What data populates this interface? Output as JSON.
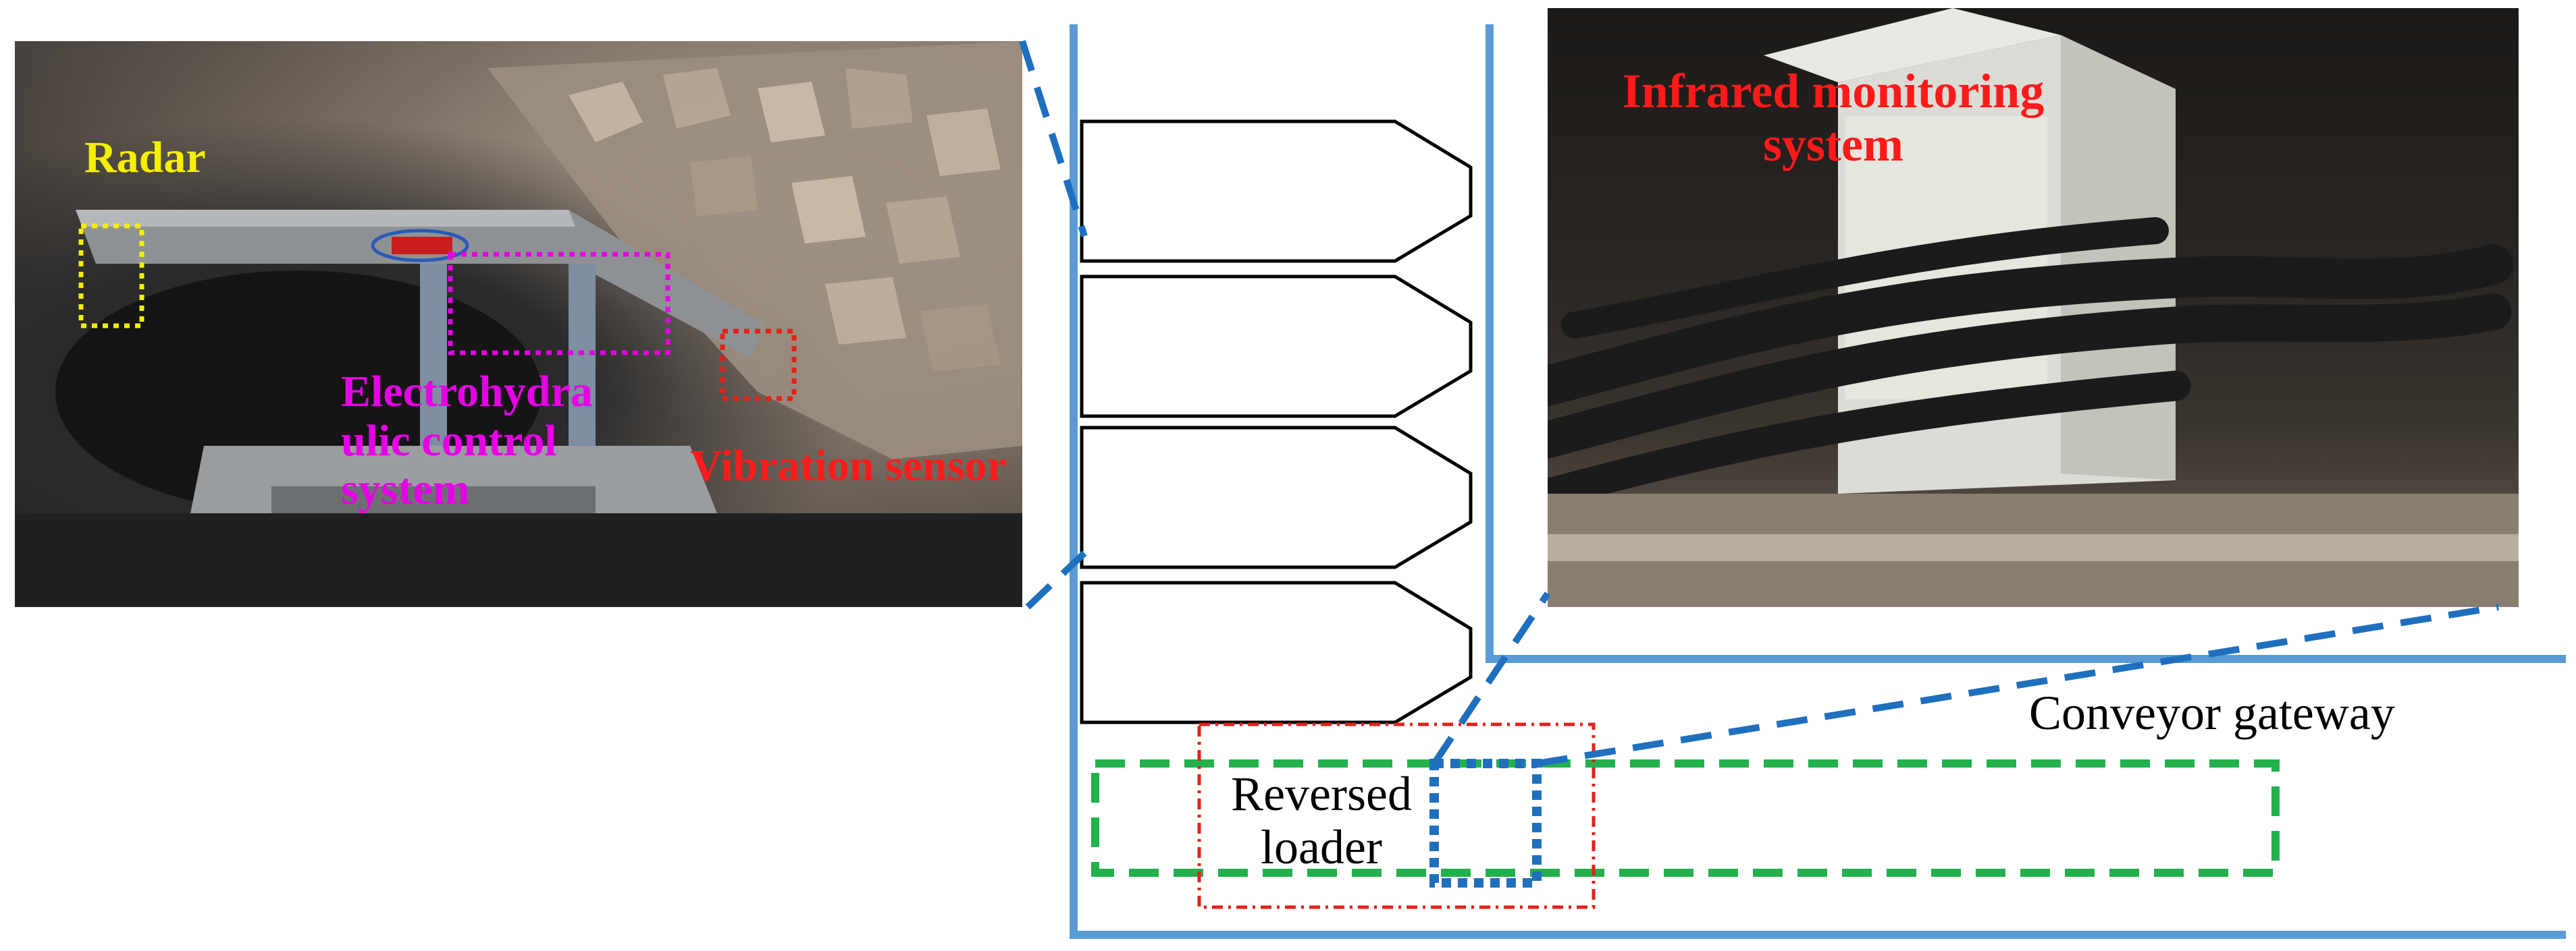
{
  "labels": {
    "radar": "Radar",
    "electrohydraulic": "Electrohydra\nulic control\nsystem",
    "vibration": "Vibration sensor",
    "infrared": "Infrared monitoring\nsystem",
    "gateway": "Conveyor gateway",
    "loader": "Reversed\nloader"
  },
  "colors": {
    "blue_frame": "#5b9bd5",
    "blue_dash": "#1f6fbf",
    "green_dash": "#22b14c",
    "red_dash": "#e32119",
    "yellow": "#f4f000",
    "magenta": "#e600e6",
    "red": "#ff1a1a"
  }
}
